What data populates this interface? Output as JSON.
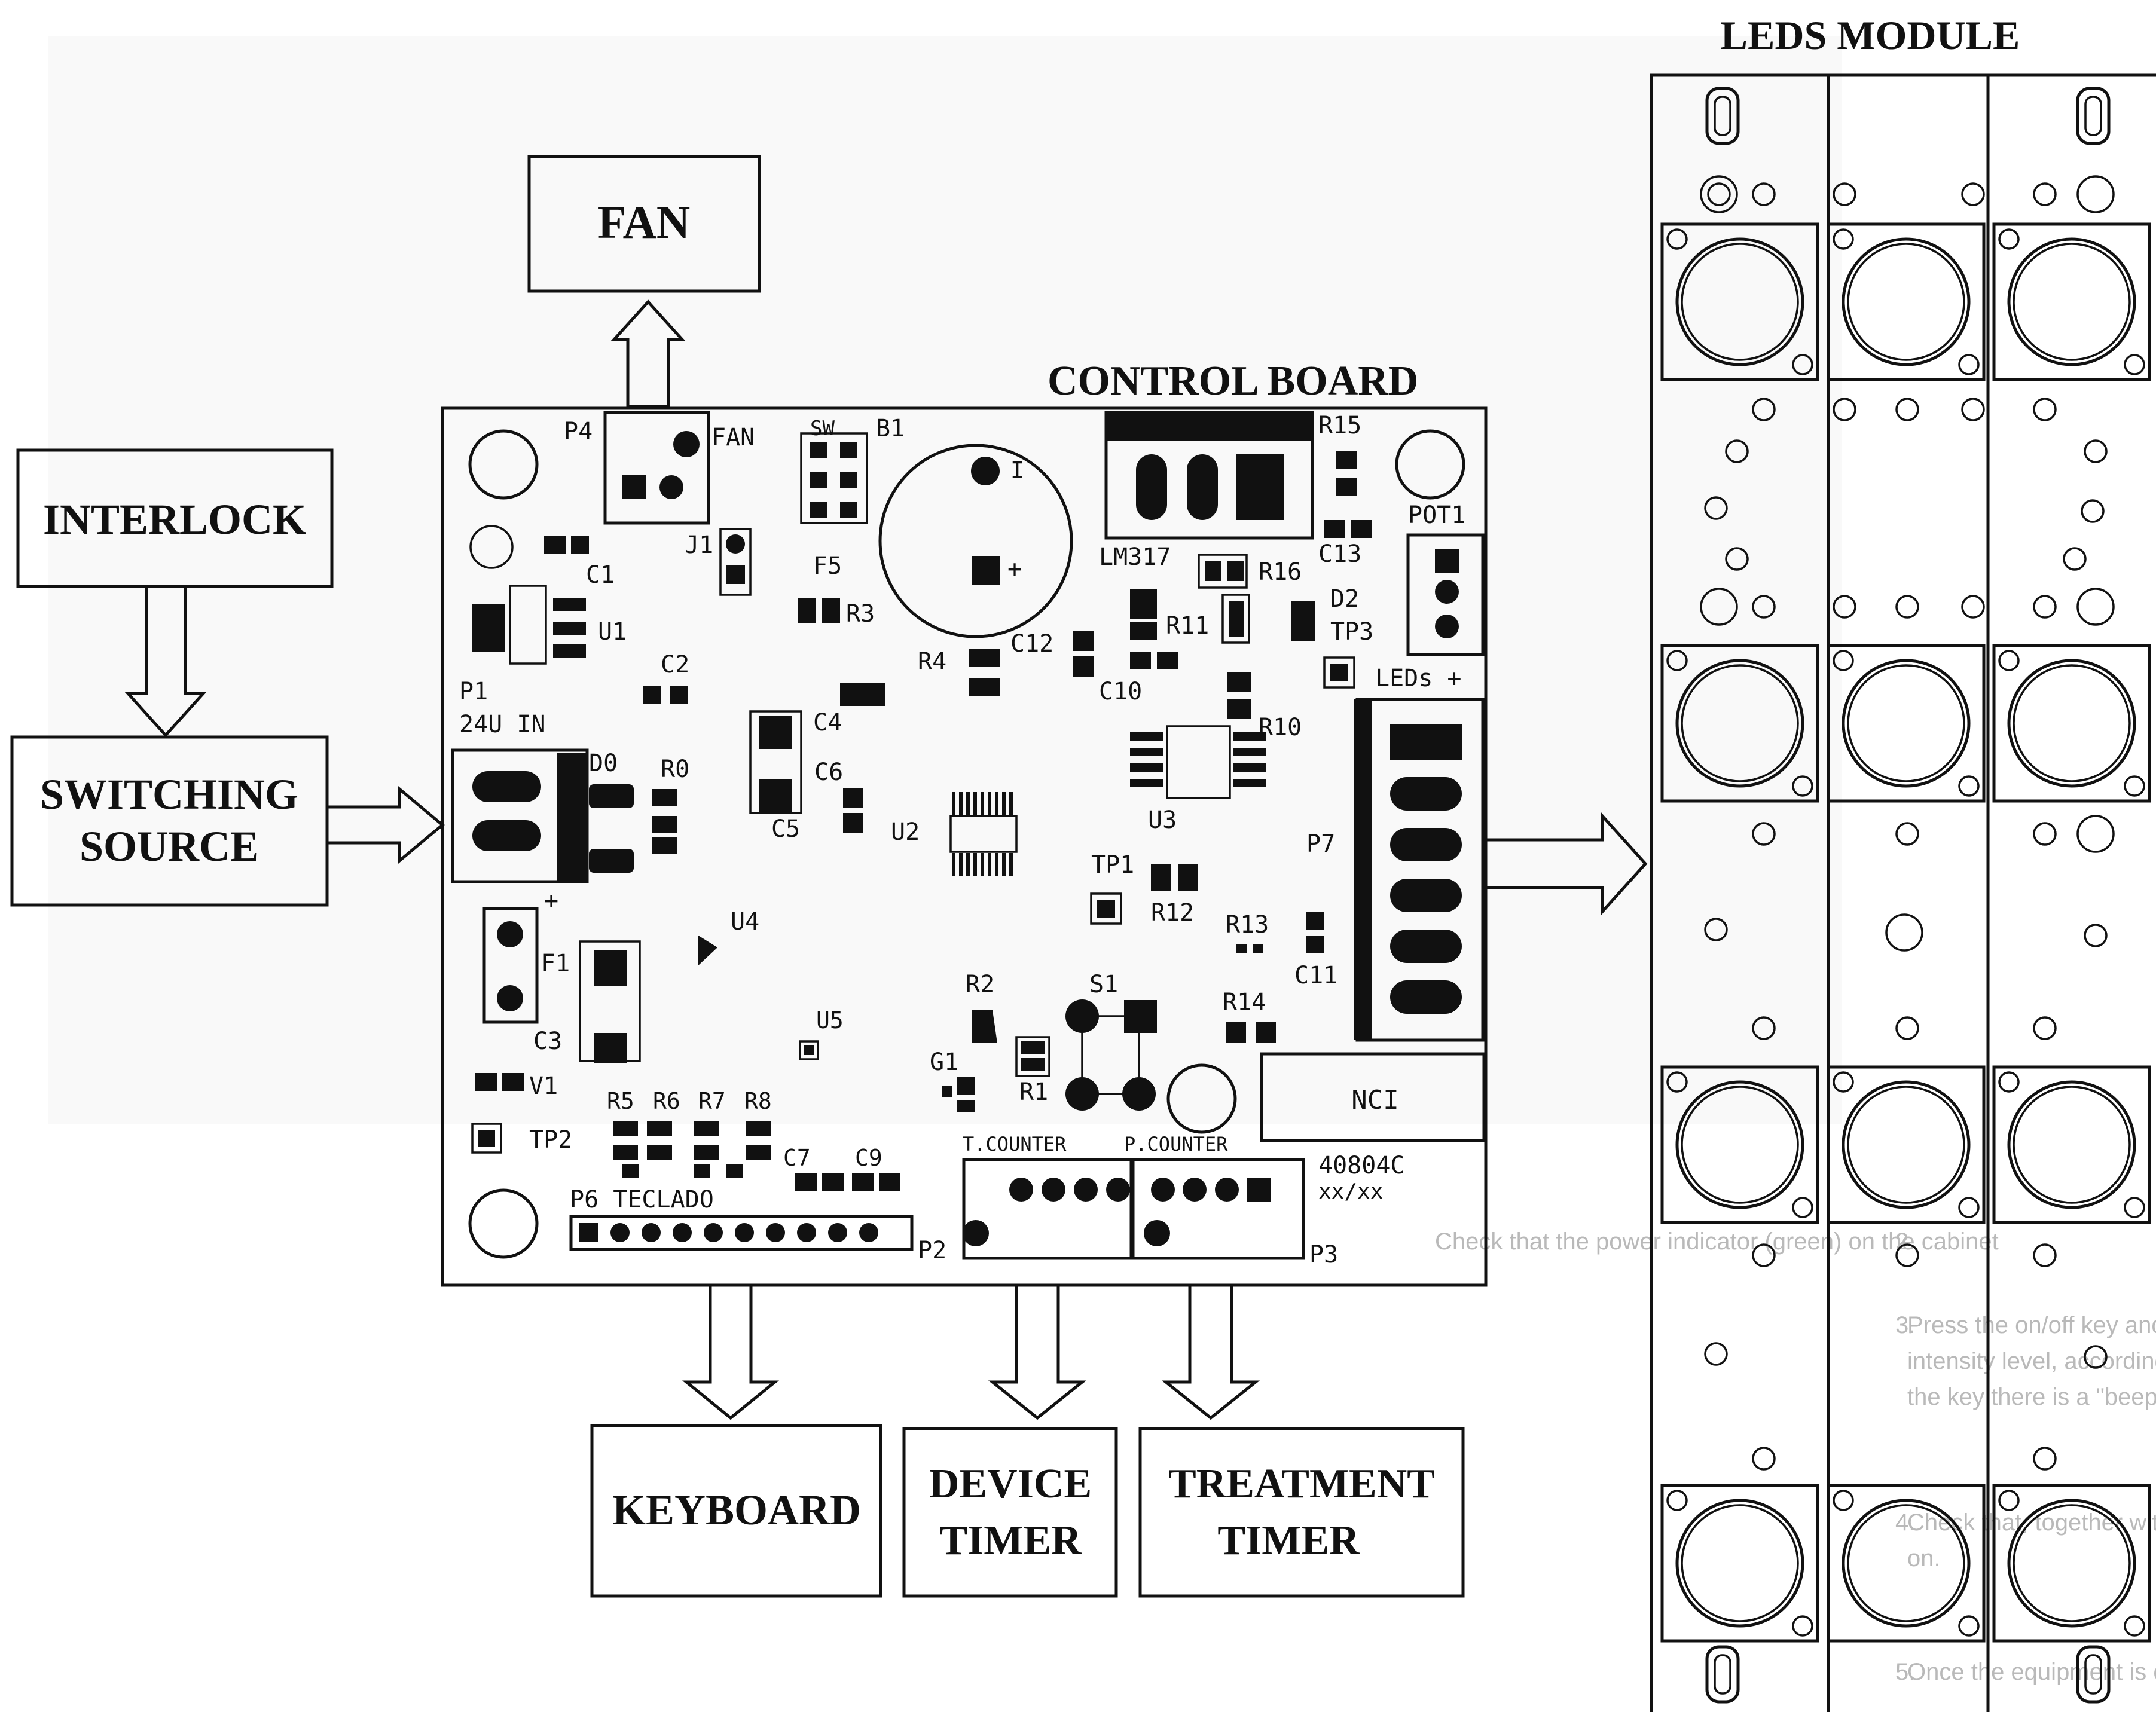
{
  "blocks": {
    "fan": "FAN",
    "interlock": "INTERLOCK",
    "switching_source": [
      "SWITCHING",
      "SOURCE"
    ],
    "keyboard": "KEYBOARD",
    "device_timer": [
      "DEVICE",
      "TIMER"
    ],
    "treatment_timer": [
      "TREATMENT",
      "TIMER"
    ],
    "control_board": "CONTROL BOARD",
    "leds_module": "LEDS MODULE"
  },
  "pcb_labels": {
    "p4": "P4",
    "fan": "FAN",
    "j1": "J1",
    "c1": "C1",
    "u1": "U1",
    "c2": "C2",
    "p1": "P1",
    "in24": "24U IN",
    "d0": "D0",
    "r0": "R0",
    "f1": "F1",
    "c3": "C3",
    "u4": "U4",
    "v1": "V1",
    "tp2": "TP2",
    "r5": "R5",
    "r6": "R6",
    "r7": "R7",
    "r8": "R8",
    "p6": "P6 TECLADO",
    "c7": "C7",
    "c9": "C9",
    "p2": "P2",
    "u5": "U5",
    "b1": "B1",
    "f5": "F5",
    "r3": "R3",
    "r4": "R4",
    "c4": "C4",
    "c6": "C6",
    "c5": "C5",
    "u2": "U2",
    "c12": "C12",
    "c10": "C10",
    "lm317": "LM317",
    "r15": "R15",
    "r16": "R16",
    "c13": "C13",
    "r11": "R11",
    "d2": "D2",
    "tp3": "TP3",
    "pot1": "POT1",
    "leds_plus": "LEDs +",
    "r10": "R10",
    "u3": "U3",
    "p7": "P7",
    "tp1": "TP1",
    "r12": "R12",
    "r13": "R13",
    "c11": "C11",
    "r14": "R14",
    "r2": "R2",
    "s1": "S1",
    "r1": "R1",
    "g1": "G1",
    "nci": "NCI",
    "t_counter": "T.COUNTER",
    "p_counter": "P.COUNTER",
    "code": "40804C",
    "code2": "xx/xx",
    "p3": "P3",
    "plus": "+",
    "sw": "SW"
  },
  "background_text": [
    "Check that the power indicator (green) on the cabinet",
    "Press the on/off key and check that the blue light used for treatment turns on in the medium",
    "intensity level, according to the corresponding indicator (feedback). Also check that when pressing",
    "the key there is a \"beep\" sound as confirmation.",
    "Check that, together with the light, the counter of the display (blinking decimal point) are turned",
    "on.",
    "Once the equipment is on, press the intensity selection key and check that the treatment light"
  ],
  "background_numbers": [
    "2.",
    "3.",
    "4.",
    "5."
  ]
}
